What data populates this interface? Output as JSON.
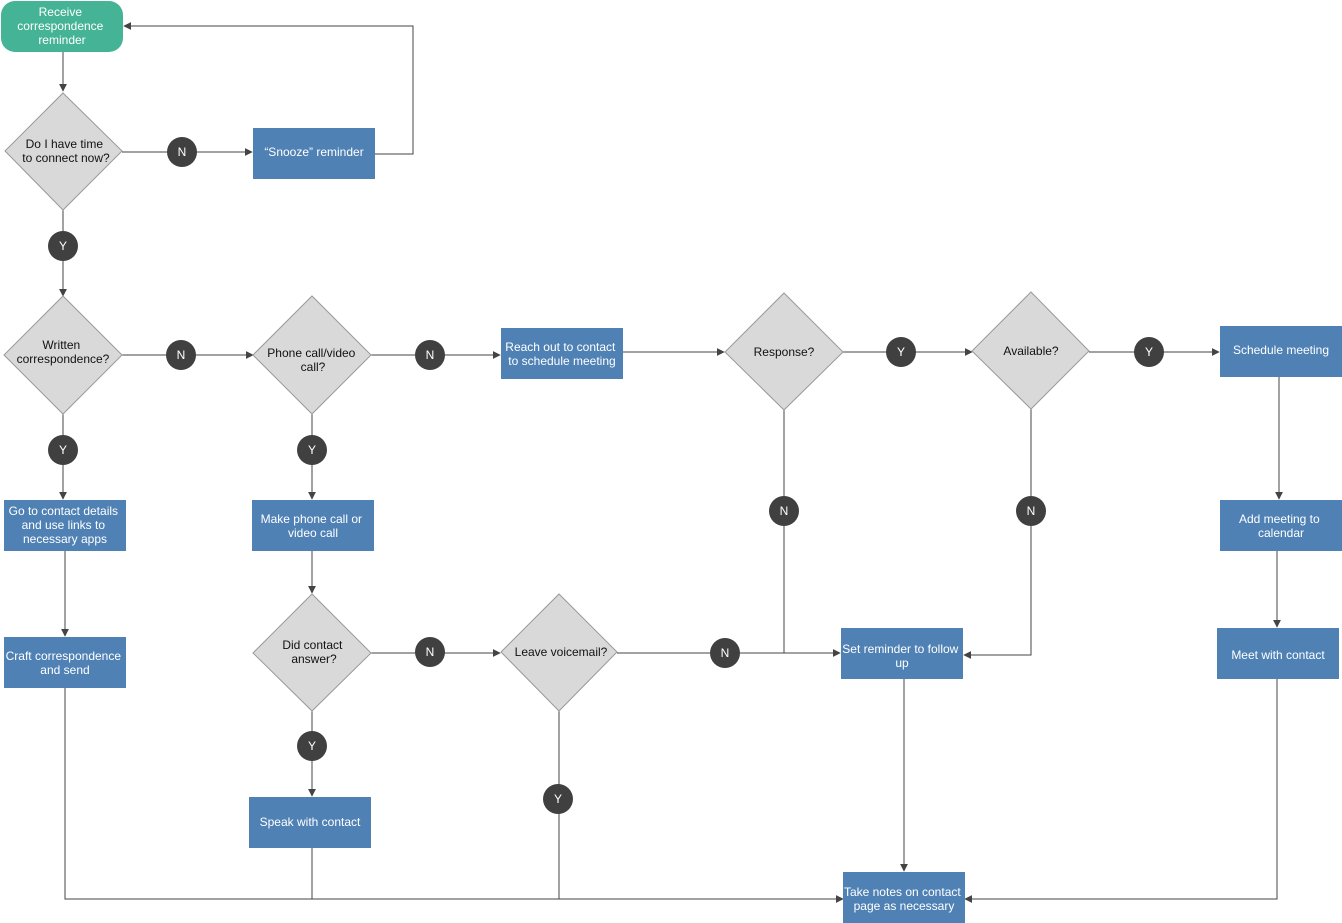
{
  "colors": {
    "process": "#4f81b5",
    "decision": "#d9d9d9",
    "decision_stroke": "#999999",
    "start": "#45b395",
    "badge": "#404040",
    "line": "#444444",
    "process_text": "#ffffff",
    "decision_text": "#111111"
  },
  "nodes": {
    "start": {
      "lines": [
        "Receive",
        "correspondence",
        "reminder"
      ]
    },
    "time_check": {
      "lines": [
        "Do I have time",
        "to connect now?"
      ]
    },
    "snooze": {
      "lines": [
        "“Snooze” reminder"
      ]
    },
    "written": {
      "lines": [
        "Written",
        "correspondence?"
      ]
    },
    "phone": {
      "lines": [
        "Phone call/video",
        "call?"
      ]
    },
    "reach_out": {
      "lines": [
        "Reach out to contact",
        "to schedule meeting"
      ]
    },
    "response": {
      "lines": [
        "Response?"
      ]
    },
    "available": {
      "lines": [
        "Available?"
      ]
    },
    "schedule": {
      "lines": [
        "Schedule meeting"
      ]
    },
    "go_to_contact": {
      "lines": [
        "Go to contact details",
        "and use links to",
        "necessary apps"
      ]
    },
    "make_call": {
      "lines": [
        "Make phone call or",
        "video call"
      ]
    },
    "add_meeting": {
      "lines": [
        "Add meeting to",
        "calendar"
      ]
    },
    "craft": {
      "lines": [
        "Craft correspondence",
        "and send"
      ]
    },
    "did_answer": {
      "lines": [
        "Did contact",
        "answer?"
      ]
    },
    "voicemail": {
      "lines": [
        "Leave voicemail?"
      ]
    },
    "set_reminder": {
      "lines": [
        "Set reminder to follow",
        "up"
      ]
    },
    "meet": {
      "lines": [
        "Meet with contact"
      ]
    },
    "speak": {
      "lines": [
        "Speak with contact"
      ]
    },
    "take_notes": {
      "lines": [
        "Take notes on contact",
        "page as necessary"
      ]
    }
  },
  "badges": {
    "yes": "Y",
    "no": "N"
  }
}
